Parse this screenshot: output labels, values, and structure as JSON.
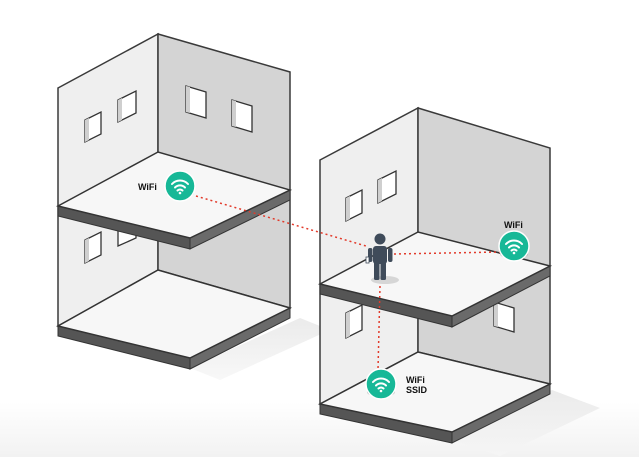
{
  "labels": {
    "left_wifi": "WiFi",
    "right_wifi": "WiFi",
    "ssid_line1": "WiFi",
    "ssid_line2": "SSID"
  },
  "colors": {
    "wifi_accent": "#17b897",
    "connection_line": "#e23a2a",
    "person": "#3f4b5a",
    "wall_light": "#eeeeee",
    "wall_mid": "#d4d4d4",
    "outline": "#3a3a3a"
  },
  "icons": [
    "wifi-icon",
    "person-icon"
  ]
}
